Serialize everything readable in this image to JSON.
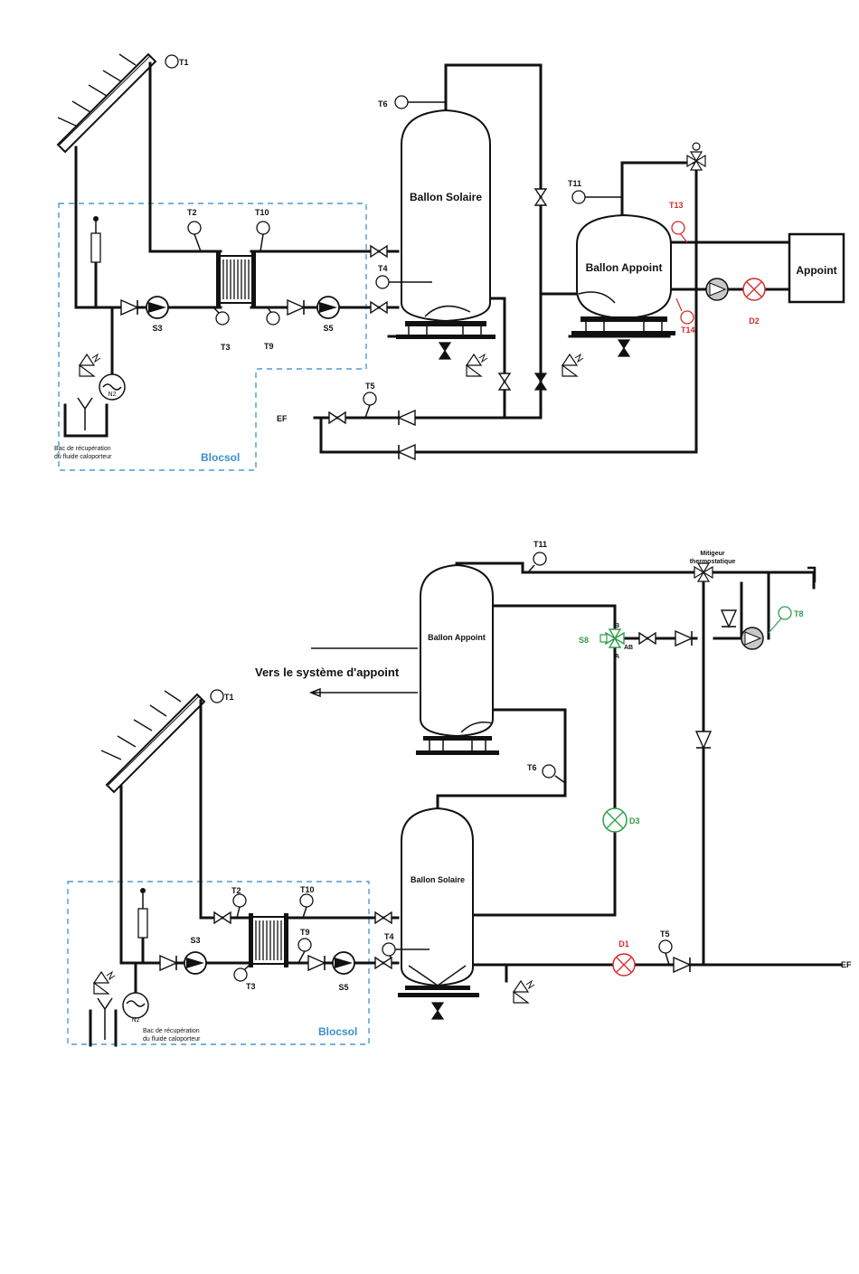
{
  "top": {
    "sensors": {
      "t1": "T1",
      "t2": "T2",
      "t3": "T3",
      "t4": "T4",
      "t5": "T5",
      "t6": "T6",
      "t9": "T9",
      "t10": "T10",
      "t11": "T11",
      "t13": "T13",
      "t14": "T14"
    },
    "pumps": {
      "s3": "S3",
      "s5": "S5"
    },
    "ballon_solaire": "Ballon Solaire",
    "ballon_appoint": "Ballon Appoint",
    "appoint": "Appoint",
    "d2": "D2",
    "ef": "EF",
    "n2": "N2",
    "bac_line1": "Bac de récupération",
    "bac_line2": "du fluide caloporteur",
    "blocsol": "Blocsol"
  },
  "bottom": {
    "sensors": {
      "t1": "T1",
      "t2": "T2",
      "t3": "T3",
      "t4": "T4",
      "t5": "T5",
      "t6": "T6",
      "t8": "T8",
      "t9": "T9",
      "t10": "T10",
      "t11": "T11"
    },
    "pumps": {
      "s3": "S3",
      "s5": "S5"
    },
    "s8": "S8",
    "port_b": "B",
    "port_ab": "AB",
    "port_a": "A",
    "ballon_appoint": "Ballon Appoint",
    "ballon_solaire": "Ballon Solaire",
    "vers": "Vers le système d'appoint",
    "mitigeur_line1": "Mitigeur",
    "mitigeur_line2": "thermostatique",
    "d1": "D1",
    "d3": "D3",
    "ef": "EF",
    "n2": "N2",
    "bac_line1": "Bac de récupération",
    "bac_line2": "du fluide caloporteur",
    "blocsol": "Blocsol"
  },
  "colors": {
    "pipe": "#111111",
    "blocsol": "#3a8fd0",
    "warning_red": "#d62b2b",
    "green": "#2e9e4a"
  }
}
